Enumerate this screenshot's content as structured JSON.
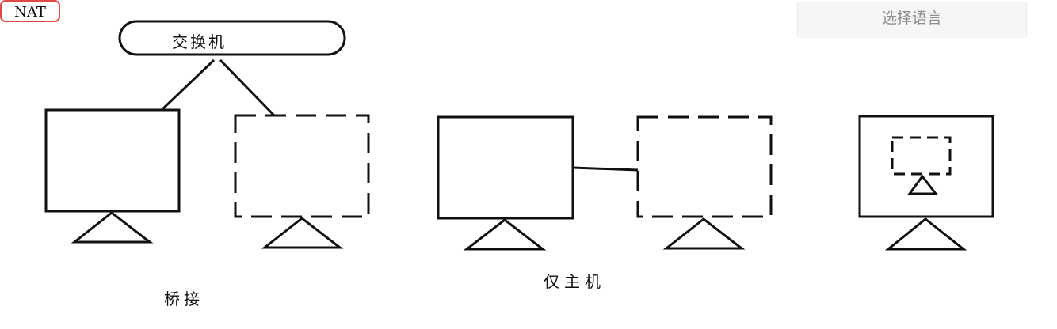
{
  "labels": {
    "switch": "交换机",
    "bridge": "桥接",
    "host_only": "仅主机",
    "nat": "NAT"
  },
  "language_button": {
    "label": "选择语言"
  },
  "colors": {
    "stroke": "#111111",
    "nat_border": "#e04848",
    "button_text": "#8c8c8c",
    "button_bg": "#f6f6f6"
  }
}
